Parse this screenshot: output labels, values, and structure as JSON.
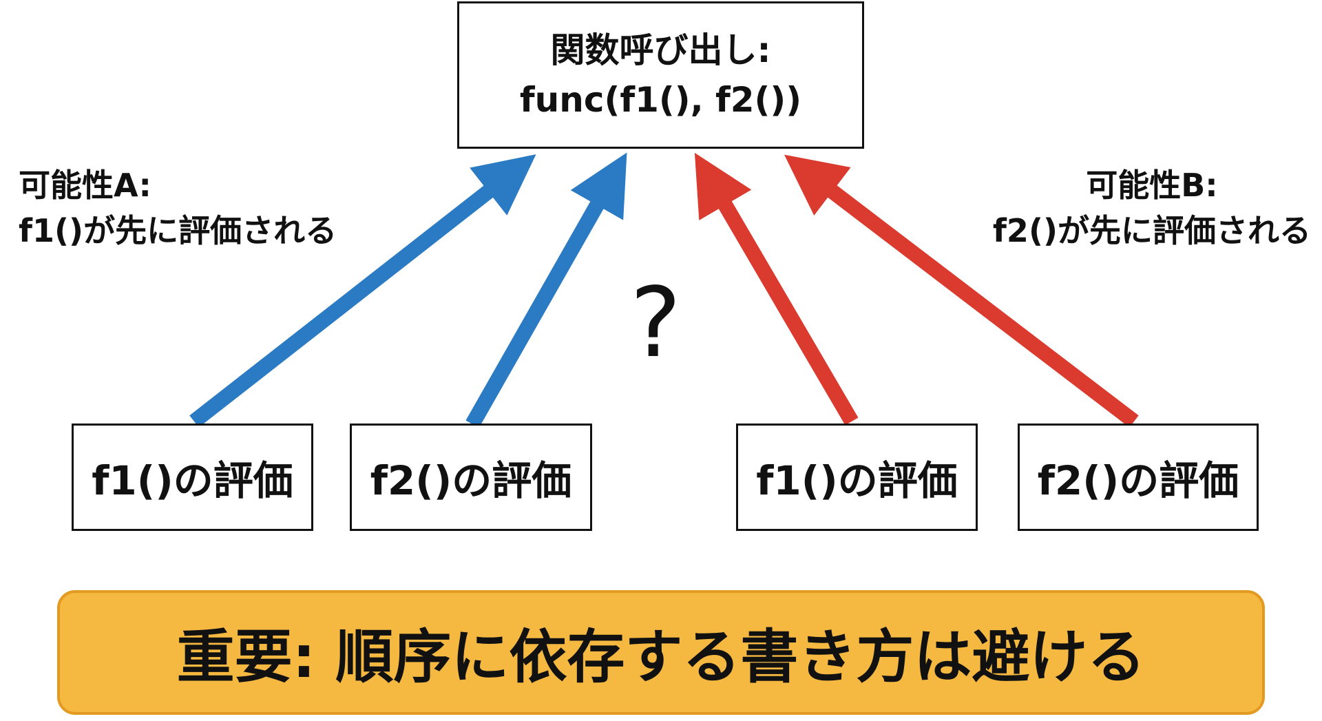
{
  "top_box": {
    "line1": "関数呼び出し:",
    "line2": "func(f1(), f2())"
  },
  "possibility_a": {
    "line1": "可能性A:",
    "line2": "f1()が先に評価される"
  },
  "possibility_b": {
    "line1": "可能性B:",
    "line2": "f2()が先に評価される"
  },
  "question": "?",
  "eval_boxes": [
    "f1()の評価",
    "f2()の評価",
    "f1()の評価",
    "f2()の評価"
  ],
  "banner": "重要: 順序に依存する書き方は避ける",
  "colors": {
    "blue": "#2a7bc4",
    "red": "#db3b2e",
    "banner_fill": "#f5b942",
    "banner_border": "#e39a22"
  }
}
